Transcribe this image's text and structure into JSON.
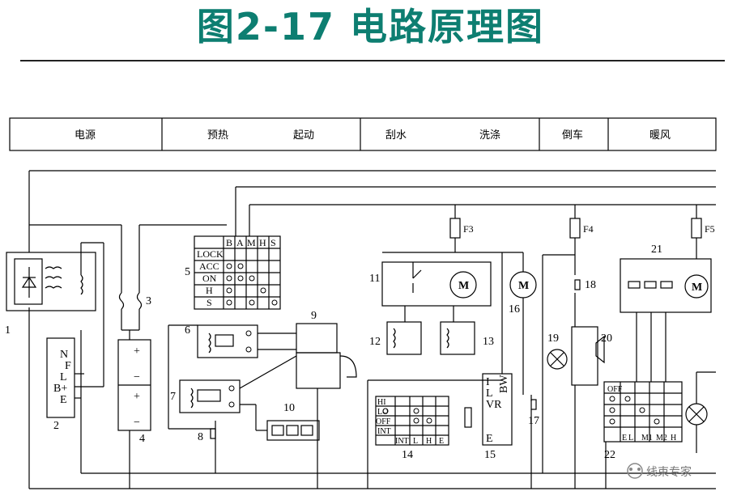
{
  "title": "图2-17 电路原理图",
  "header": {
    "power": "电源",
    "preheat": "预热",
    "start": "起动",
    "wiper": "刮水",
    "washer": "洗涤",
    "reverse": "倒车",
    "heater": "暖风"
  },
  "ignition_switch": {
    "columns": [
      "B",
      "A",
      "M",
      "H",
      "S"
    ],
    "rows": [
      "LOCK",
      "ACC",
      "ON",
      "H",
      "S"
    ]
  },
  "generator_terminals": [
    "N",
    "F",
    "L",
    "B+",
    "E"
  ],
  "wiper_switch": {
    "rows": [
      "HI",
      "LO",
      "OFF",
      "INT"
    ],
    "bottom": [
      "INT",
      "L",
      "H",
      "E"
    ]
  },
  "wiper_relay_terminals": [
    "I",
    "L",
    "VR",
    "E",
    "BW"
  ],
  "heater_switch": {
    "top": "OFF",
    "bottom": [
      "E",
      "L",
      "M1",
      "M2",
      "H"
    ]
  },
  "fuses": [
    "F3",
    "F4",
    "F5"
  ],
  "numbers": [
    "1",
    "2",
    "3",
    "4",
    "5",
    "6",
    "7",
    "8",
    "9",
    "10",
    "11",
    "12",
    "13",
    "14",
    "15",
    "16",
    "17",
    "18",
    "19",
    "20",
    "21",
    "22"
  ],
  "motor_label": "M",
  "battery_signs": [
    "+",
    "−",
    "+",
    "−"
  ],
  "watermark": "线束专家"
}
